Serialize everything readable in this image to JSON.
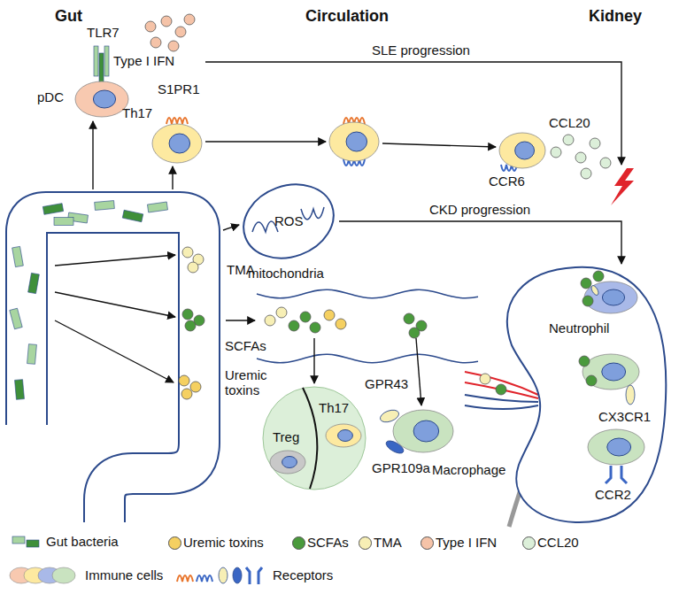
{
  "diagram": {
    "nodes": [
      {
        "text": [
          "pDC"
        ]
      },
      {
        "text": [
          "Th17"
        ]
      },
      {
        "text": [
          "ROS",
          "mitochondria"
        ]
      },
      {
        "text": [
          "Th17",
          "Treg"
        ]
      },
      {
        "text": [
          "Macrophage"
        ]
      },
      {
        "text": [
          "Neutrophil"
        ]
      }
    ],
    "edges": [
      {
        "from": 2,
        "to": 5,
        "label": "CKD progression",
        "arrow": "to"
      }
    ],
    "labels": [
      "Gut",
      "Circulation",
      "Kidney",
      "TLR7",
      "Type I IFN",
      "S1PR1",
      "SLE progression",
      "CCL20",
      "CCR6",
      "TMA",
      "SCFAs",
      "Uremic toxins",
      "GPR43",
      "GPR109a",
      "CX3CR1",
      "CCR2"
    ],
    "legend": [
      {
        "text": "Gut bacteria"
      },
      {
        "text": "Uremic toxins",
        "color": "#f5d061"
      },
      {
        "text": "SCFAs",
        "color": "#4a9a3c"
      },
      {
        "text": "TMA",
        "color": "#f7efb5"
      },
      {
        "text": "Type I IFN",
        "color": "#f5c3a8"
      },
      {
        "text": "CCL20",
        "color": "#dcefd9"
      },
      {
        "text": "Immune cells"
      },
      {
        "text": "Receptors"
      }
    ]
  }
}
